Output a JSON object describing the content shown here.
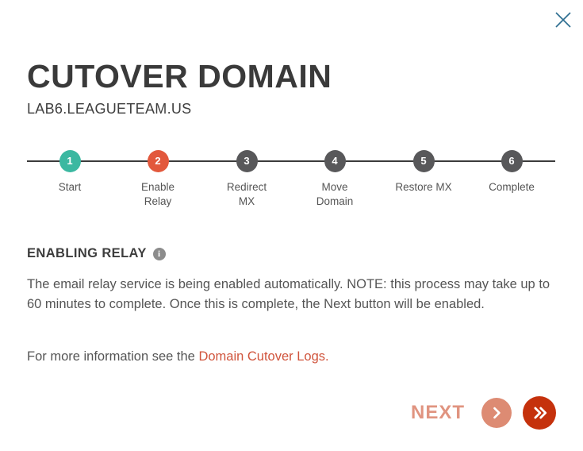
{
  "modal": {
    "title": "CUTOVER DOMAIN",
    "subtitle": "LAB6.LEAGUETEAM.US"
  },
  "stepper": {
    "steps": [
      {
        "num": "1",
        "label": "Start",
        "state": "complete"
      },
      {
        "num": "2",
        "label": "Enable Relay",
        "state": "current"
      },
      {
        "num": "3",
        "label": "Redirect MX",
        "state": "upcoming"
      },
      {
        "num": "4",
        "label": "Move Domain",
        "state": "upcoming"
      },
      {
        "num": "5",
        "label": "Restore MX",
        "state": "upcoming"
      },
      {
        "num": "6",
        "label": "Complete",
        "state": "upcoming"
      }
    ]
  },
  "content": {
    "heading": "ENABLING RELAY",
    "info_icon": "i",
    "body": "The email relay service is being enabled automatically. NOTE: this process may take up to 60 minutes to complete. Once this is complete, the Next button will be enabled.",
    "more_info_prefix": "For more information see the ",
    "more_info_link": "Domain Cutover Logs",
    "more_info_suffix": "."
  },
  "footer": {
    "next_label": "NEXT"
  },
  "colors": {
    "step-complete": "#3bb8a1",
    "step-current": "#e2583c",
    "step-upcoming": "#58585a",
    "accent-link": "#d0543c",
    "next-muted": "#e09480",
    "next-circle": "#dd8b73",
    "skip-circle": "#c5310c",
    "close-blue": "#2e6e91",
    "stepper-line": "#3b3b3b"
  }
}
